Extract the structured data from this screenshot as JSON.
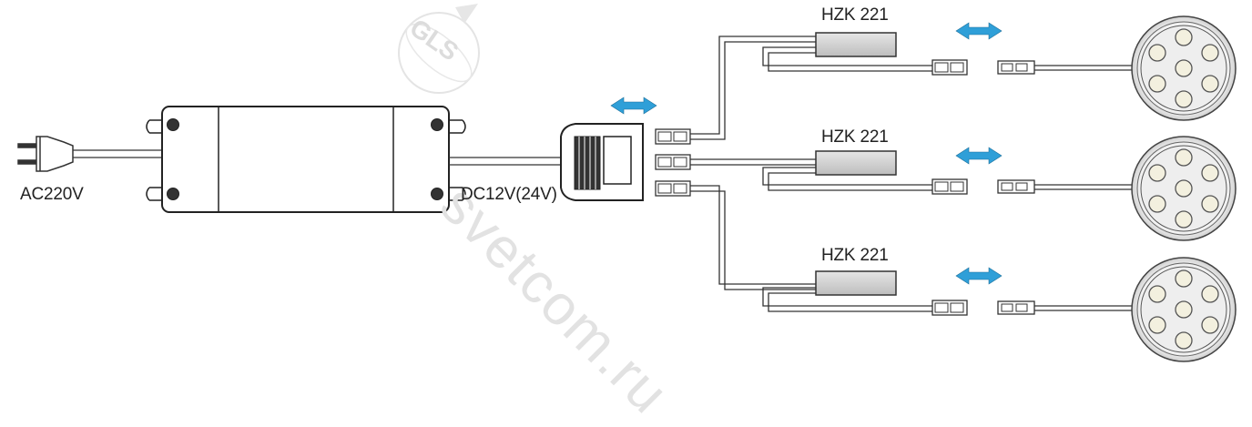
{
  "labels": {
    "input_voltage": "AC220V",
    "output_voltage": "DC12V(24V)",
    "switch_1": "HZK 221",
    "switch_2": "HZK 221",
    "switch_3": "HZK 221"
  },
  "watermark": {
    "logo_text": "GLS",
    "site_text": "svetcom.ru"
  },
  "colors": {
    "line": "#3a3a3a",
    "arrow": "#2f9fd8",
    "switch_fill": "#d9d9d9",
    "led_face": "#f3f0df",
    "watermark": "#e2e2e2"
  },
  "icons": [
    "plug-icon",
    "power-supply-icon",
    "distributor-icon",
    "connector-icon",
    "touch-switch-icon",
    "led-spotlight-icon",
    "bidirectional-arrow-icon"
  ]
}
